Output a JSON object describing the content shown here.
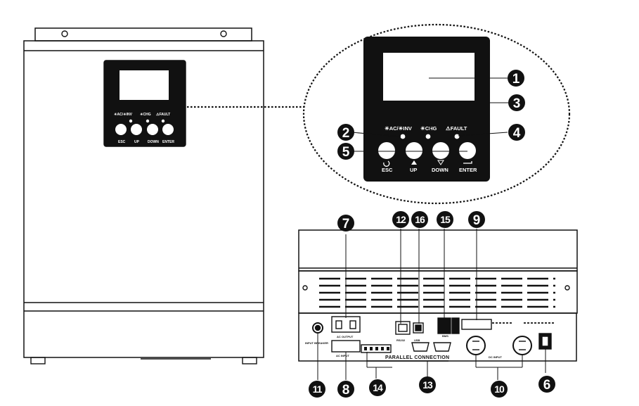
{
  "front_panel": {
    "led_ac_inv": "☀AC/☀INV",
    "led_chg": "☀CHG",
    "led_fault": "⚠FAULT",
    "buttons": [
      {
        "label": "ESC",
        "icon": "return-icon"
      },
      {
        "label": "UP",
        "icon": "up-triangle-icon"
      },
      {
        "label": "DOWN",
        "icon": "down-triangle-icon"
      },
      {
        "label": "ENTER",
        "icon": "enter-icon"
      }
    ]
  },
  "zoom": {
    "led_ac_inv": "☀AC/☀INV",
    "led_chg": "☀CHG",
    "led_fault": "⚠FAULT",
    "buttons": [
      {
        "label": "ESC",
        "icon": "return-icon"
      },
      {
        "label": "UP",
        "icon": "up-triangle-icon"
      },
      {
        "label": "DOWN",
        "icon": "down-triangle-icon"
      },
      {
        "label": "ENTER",
        "icon": "enter-icon"
      }
    ]
  },
  "rear_panel": {
    "ac_output": "AC OUTPUT",
    "ac_input": "AC INPUT",
    "rs232": "RS232",
    "usb": "USB",
    "bms": "BMS",
    "dc_input": "DC INPUT",
    "parallel_connection": "PARALLEL CONNECTION",
    "breaker": "INPUT BREAKER"
  },
  "callouts": [
    "1",
    "2",
    "3",
    "4",
    "5",
    "6",
    "7",
    "8",
    "9",
    "10",
    "11",
    "12",
    "13",
    "14",
    "15",
    "16"
  ]
}
